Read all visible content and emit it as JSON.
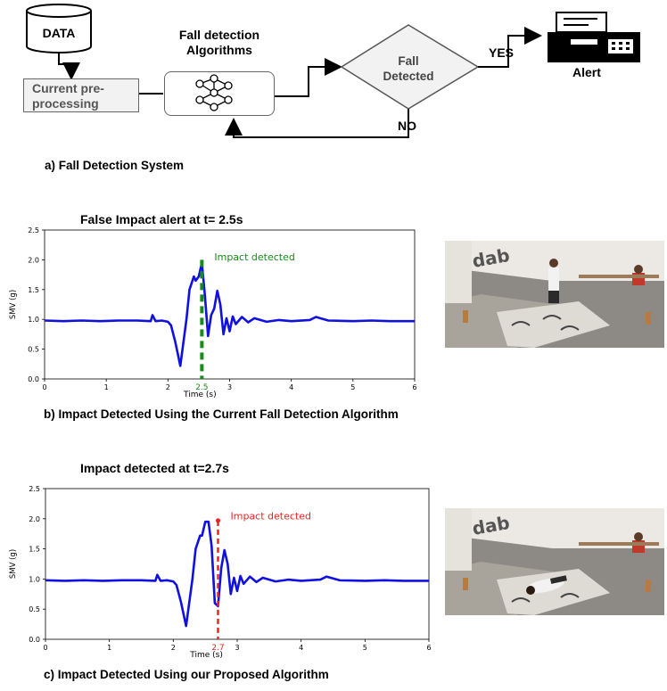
{
  "system": {
    "data_label": "DATA",
    "preproc_line1": "Current pre-",
    "preproc_line2": "processing",
    "algo_line1": "Fall detection",
    "algo_line2": "Algorithms",
    "decision_line1": "Fall",
    "decision_line2": "Detected",
    "yes_label": "YES",
    "no_label": "NO",
    "alert_label": "Alert",
    "caption": "a) Fall Detection System"
  },
  "panel_b": {
    "title": "False Impact  alert at t= 2.5s",
    "caption": "b) Impact Detected Using the Current Fall Detection Algorithm",
    "annotation": "Impact detected",
    "marker_label": "2.5",
    "marker_color": "#1a8a1a"
  },
  "panel_c": {
    "title": "Impact detected at t=2.7s",
    "caption": "c) Impact Detected Using our Proposed Algorithm",
    "annotation": "Impact detected",
    "marker_label": "2.7",
    "marker_color": "#ee2222"
  },
  "chart_data": [
    {
      "type": "line",
      "xlabel": "Time (s)",
      "ylabel": "SMV (g)",
      "xlim": [
        0,
        6
      ],
      "ylim": [
        0,
        2.5
      ],
      "xticks": [
        "0",
        "1",
        "2",
        "3",
        "4",
        "5",
        "6"
      ],
      "yticks": [
        "0.0",
        "0.5",
        "1.0",
        "1.5",
        "2.0",
        "2.5"
      ],
      "line_color": "#1010e0",
      "marker_x": 2.55,
      "marker_style": "dashed-line",
      "series": [
        {
          "x": [
            0,
            0.3,
            0.6,
            0.9,
            1.2,
            1.5,
            1.72,
            1.75,
            1.8,
            1.9,
            2.0,
            2.05,
            2.12,
            2.2,
            2.3,
            2.35,
            2.42,
            2.45,
            2.5,
            2.55,
            2.6,
            2.65,
            2.7,
            2.75,
            2.8,
            2.85,
            2.9,
            2.95,
            3.0,
            3.05,
            3.1,
            3.2,
            3.3,
            3.4,
            3.6,
            3.8,
            4.0,
            4.3,
            4.4,
            4.6,
            5.0,
            5.3,
            5.6,
            6.0
          ],
          "y": [
            0.98,
            0.97,
            0.98,
            0.97,
            0.98,
            0.98,
            0.97,
            1.07,
            0.97,
            0.98,
            0.96,
            0.9,
            0.62,
            0.22,
            1.0,
            1.5,
            1.72,
            1.65,
            1.72,
            1.95,
            1.4,
            0.72,
            1.07,
            1.18,
            1.48,
            1.25,
            0.75,
            1.02,
            0.8,
            1.05,
            0.92,
            1.04,
            0.95,
            1.02,
            0.96,
            0.99,
            0.97,
            0.99,
            1.04,
            0.98,
            0.97,
            0.98,
            0.97,
            0.97
          ]
        }
      ]
    },
    {
      "type": "line",
      "xlabel": "Time (s)",
      "ylabel": "SMV (g)",
      "xlim": [
        0,
        6
      ],
      "ylim": [
        0,
        2.5
      ],
      "xticks": [
        "0",
        "1",
        "2",
        "3",
        "4",
        "5",
        "6"
      ],
      "yticks": [
        "0.0",
        "0.5",
        "1.0",
        "1.5",
        "2.0",
        "2.5"
      ],
      "line_color": "#1010e0",
      "marker_x": 2.7,
      "marker_style": "dashed-stem",
      "series": [
        {
          "x": [
            0,
            0.3,
            0.6,
            0.9,
            1.2,
            1.5,
            1.72,
            1.75,
            1.8,
            1.9,
            2.0,
            2.05,
            2.12,
            2.2,
            2.3,
            2.35,
            2.42,
            2.45,
            2.5,
            2.55,
            2.6,
            2.65,
            2.7,
            2.75,
            2.8,
            2.85,
            2.9,
            2.95,
            3.0,
            3.05,
            3.1,
            3.2,
            3.3,
            3.4,
            3.6,
            3.8,
            4.0,
            4.3,
            4.4,
            4.6,
            5.0,
            5.3,
            5.6,
            6.0
          ],
          "y": [
            0.98,
            0.97,
            0.98,
            0.97,
            0.98,
            0.98,
            0.97,
            1.07,
            0.97,
            0.98,
            0.96,
            0.9,
            0.62,
            0.22,
            1.0,
            1.5,
            1.72,
            1.72,
            1.95,
            1.95,
            1.55,
            0.6,
            0.55,
            1.18,
            1.48,
            1.25,
            0.75,
            1.02,
            0.8,
            1.05,
            0.92,
            1.04,
            0.95,
            1.02,
            0.96,
            0.99,
            0.97,
            0.99,
            1.04,
            0.98,
            0.97,
            0.98,
            0.97,
            0.97
          ]
        }
      ]
    }
  ]
}
